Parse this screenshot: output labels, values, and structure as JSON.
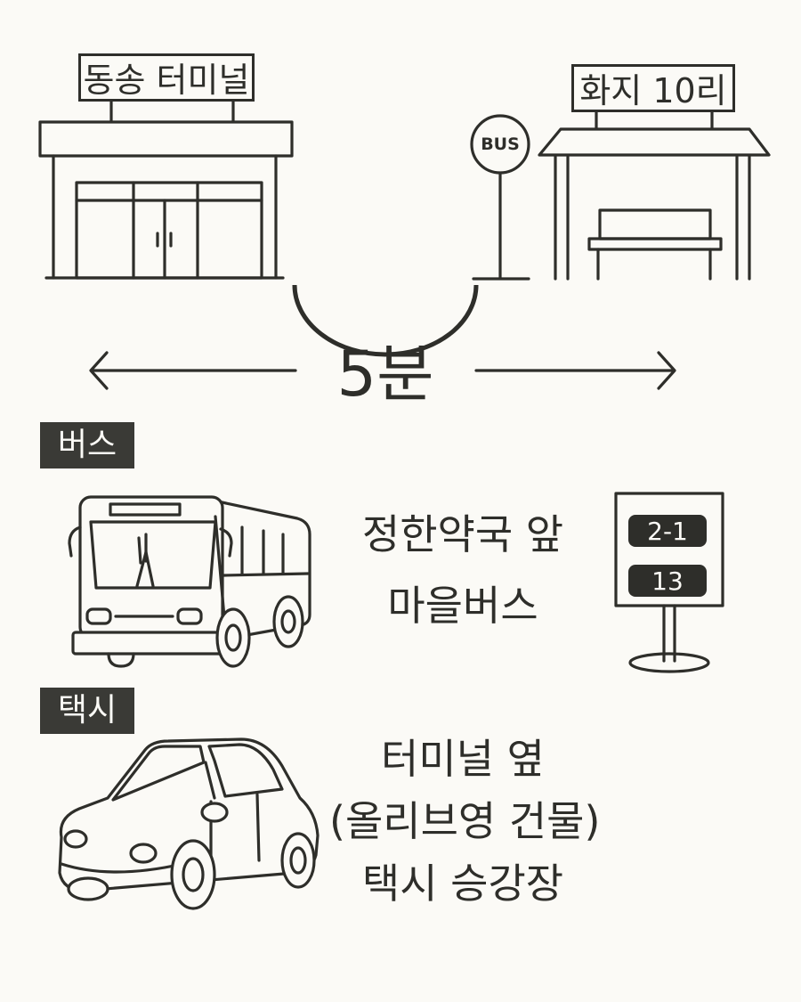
{
  "origin": {
    "sign": "동송 터미널"
  },
  "destination": {
    "sign": "화지 10리",
    "bus_stop_sign": "BUS"
  },
  "duration": {
    "label": "5분"
  },
  "bus": {
    "tag": "버스",
    "caption_lines": [
      "정한약국 앞",
      "마을버스"
    ],
    "routes": [
      "2-1",
      "13"
    ]
  },
  "taxi": {
    "tag": "택시",
    "caption_lines": [
      "터미널 옆",
      "(올리브영 건물)",
      "택시 승강장"
    ]
  }
}
